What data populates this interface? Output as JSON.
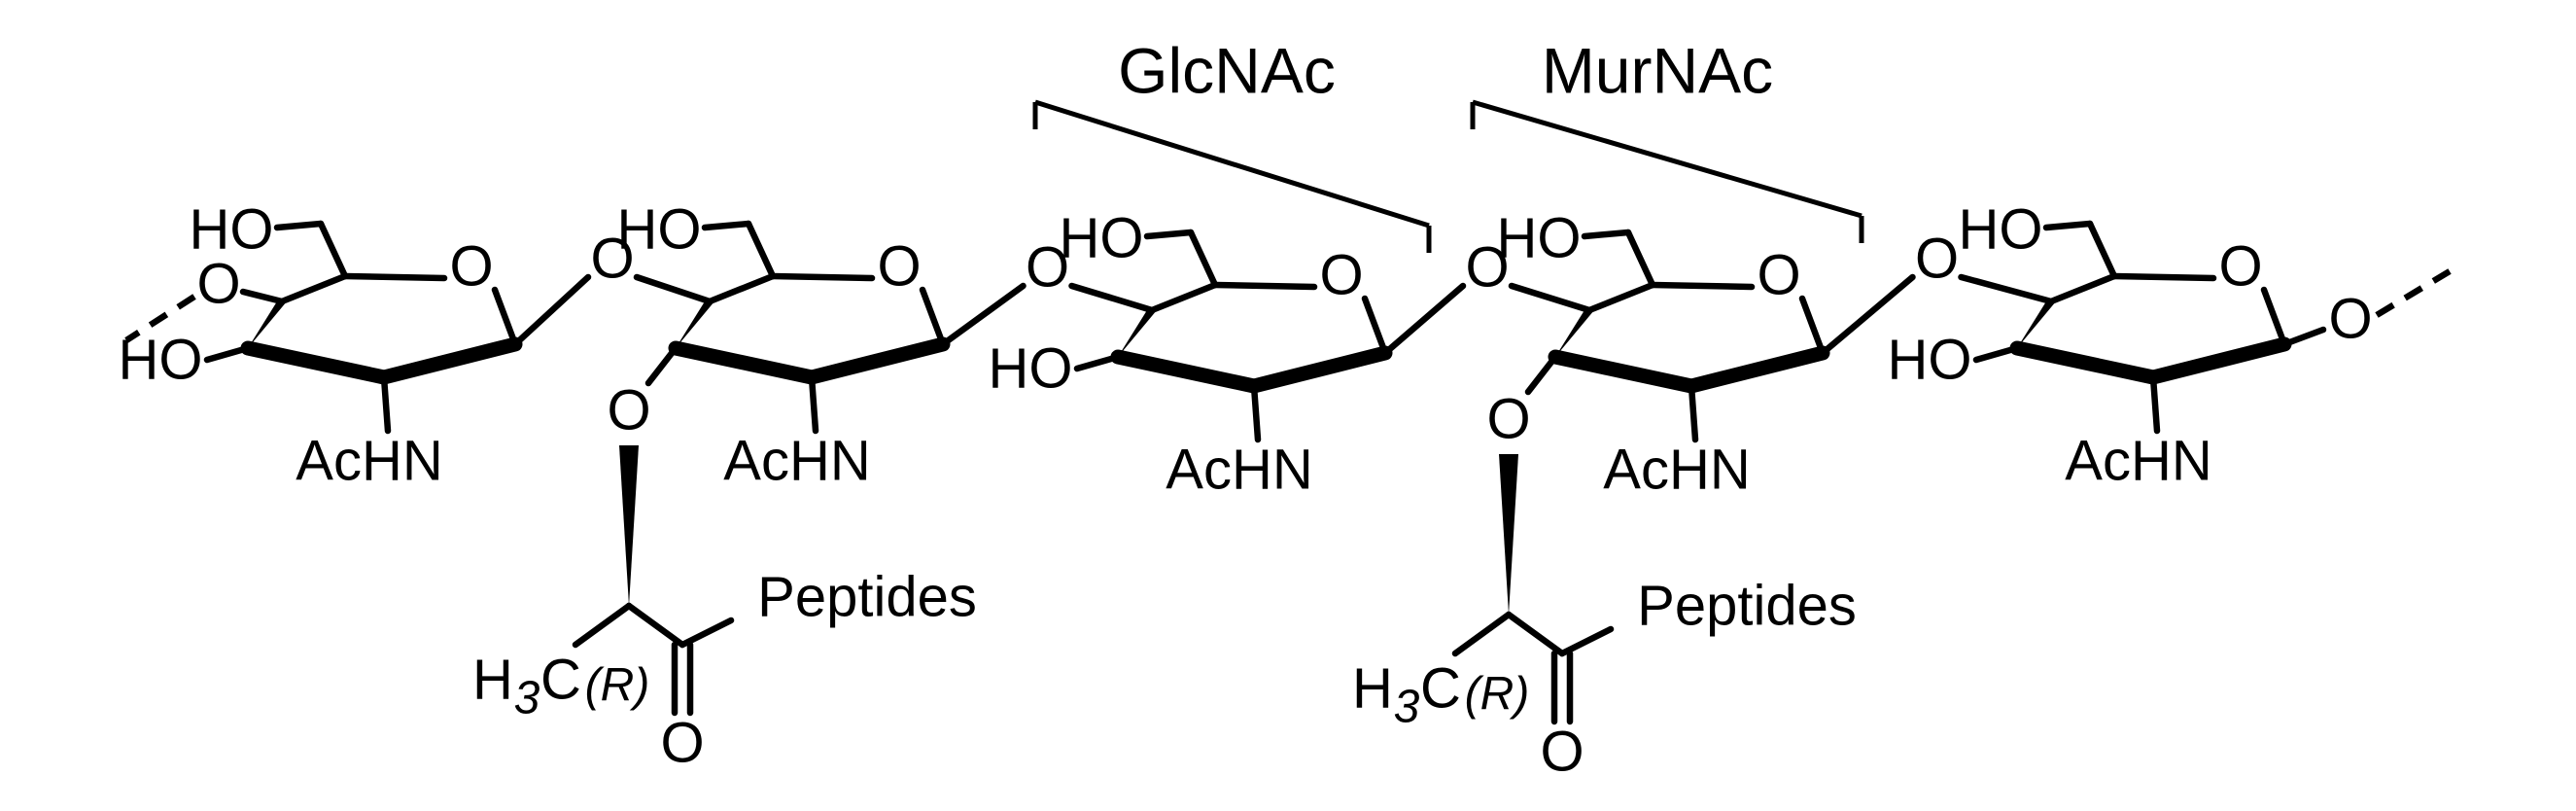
{
  "title": "",
  "labels": {
    "glcnac": "GlcNAc",
    "murnac": "MurNAc",
    "o": "O",
    "ho": "HO",
    "achn": "AcHN",
    "peptides": "Peptides",
    "h3c_h": "H",
    "h3c_sub": "3",
    "h3c_c": "C",
    "stereo_r": "(R)"
  },
  "units": [
    {
      "kind": "GlcNAc",
      "lactyl": false
    },
    {
      "kind": "MurNAc",
      "lactyl": true
    },
    {
      "kind": "GlcNAc",
      "lactyl": false
    },
    {
      "kind": "MurNAc",
      "lactyl": true
    },
    {
      "kind": "GlcNAc",
      "lactyl": false
    }
  ],
  "colors": {
    "ink": "#000000",
    "background": "#ffffff"
  }
}
